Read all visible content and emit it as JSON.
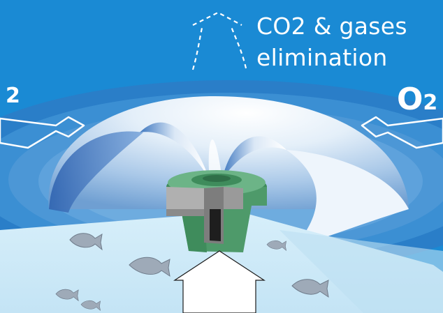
{
  "labels": {
    "gas_line1": "CO2 & gases",
    "gas_line2": "elimination",
    "o2_left_sub": "2",
    "o2_right_main": "O",
    "o2_right_sub": "2"
  },
  "colors": {
    "background": "#1a8fd8",
    "ripple": "#2e86cf",
    "tank_water": "#cfeaf8",
    "dome": "#e8f2fb",
    "nozzle_green": "#4e9a6a",
    "nozzle_gray": "#9a9a9a",
    "fish": "#9eaab8",
    "arrows": "#ffffff"
  },
  "icons": [
    "fish-icon",
    "arrow-up-icon",
    "arrow-right-icon",
    "arrow-left-icon",
    "dashed-arrow-icon"
  ]
}
